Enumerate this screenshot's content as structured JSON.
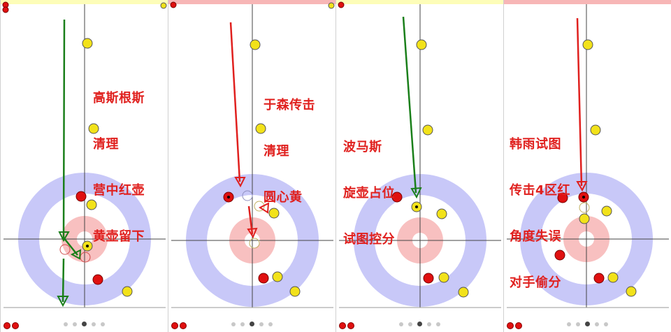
{
  "colors": {
    "red_stone": "#e01010",
    "yellow_stone": "#f2e21a",
    "house_blue": "#c8c8f8",
    "house_red": "#f8c0c0",
    "arrow_green": "#1a7f1a",
    "arrow_red": "#e0201e",
    "caption": "#e0201e",
    "top_strip_yellow": "#fdfdb8",
    "top_strip_red": "#f7b6b6"
  },
  "panels": [
    {
      "caption_lines": [
        "高斯根斯",
        "清理",
        "营中红壶",
        "黄壶留下"
      ],
      "active_page": 2
    },
    {
      "caption_lines": [
        "于森传击",
        "清理",
        "圆心黄"
      ],
      "active_page": 2
    },
    {
      "caption_lines": [
        "波马斯",
        "旋壶占位",
        "试图控分"
      ],
      "active_page": 2
    },
    {
      "caption_lines": [
        "韩雨试图",
        "传击4区红",
        "角度失误",
        "对手偷分"
      ],
      "active_page": 2
    }
  ],
  "pager_total": 5
}
